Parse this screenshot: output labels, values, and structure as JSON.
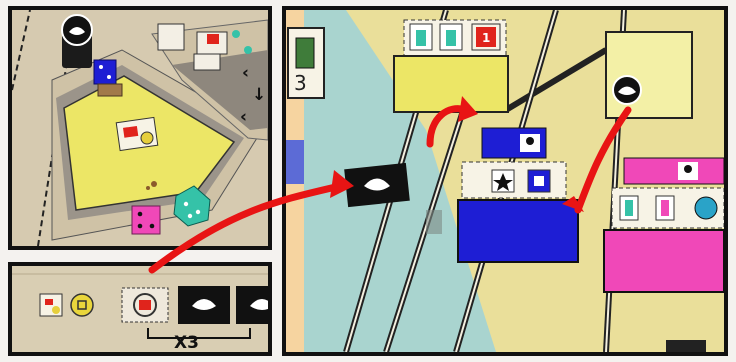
{
  "panel_board": {
    "paths": [
      "‹",
      "↓",
      "‹"
    ]
  },
  "panel_hand": {
    "multiplier_label": "X3"
  },
  "panel_map": {
    "side_number": "3",
    "card_number": "1"
  },
  "colors": {
    "yellow": "#ece666",
    "blue": "#1e1ed4",
    "pink": "#f048b8",
    "teal": "#35c2a8",
    "red": "#e81414",
    "river": "#a9d4cf",
    "frame": "#111111"
  }
}
